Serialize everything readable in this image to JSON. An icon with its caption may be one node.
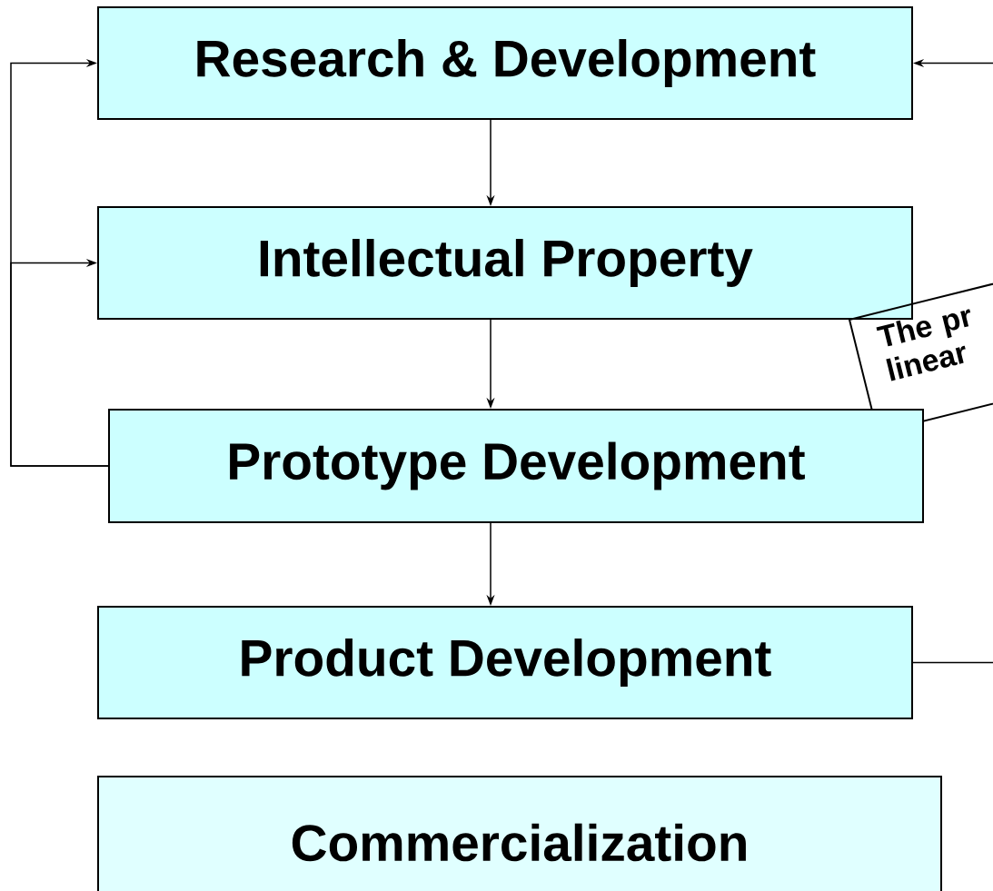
{
  "diagram": {
    "nodes": [
      {
        "text": [
          "Research & Development"
        ]
      },
      {
        "text": [
          "Intellectual Property"
        ]
      },
      {
        "text": [
          "The pr linear"
        ]
      },
      {
        "text": [
          "Prototype Development"
        ]
      },
      {
        "text": [
          "Product Development"
        ]
      },
      {
        "text": [
          "Commercialization"
        ]
      }
    ],
    "edges": [
      {
        "from": 0,
        "to": 1,
        "arrow": "to"
      },
      {
        "from": 1,
        "to": 3,
        "arrow": "to"
      },
      {
        "from": 3,
        "to": 4,
        "arrow": "to"
      },
      {
        "from": 3,
        "to": 0,
        "arrow": "to"
      },
      {
        "from": 3,
        "to": 1,
        "arrow": "to"
      },
      {
        "from": 4,
        "to": 0,
        "arrow": "to"
      }
    ]
  }
}
